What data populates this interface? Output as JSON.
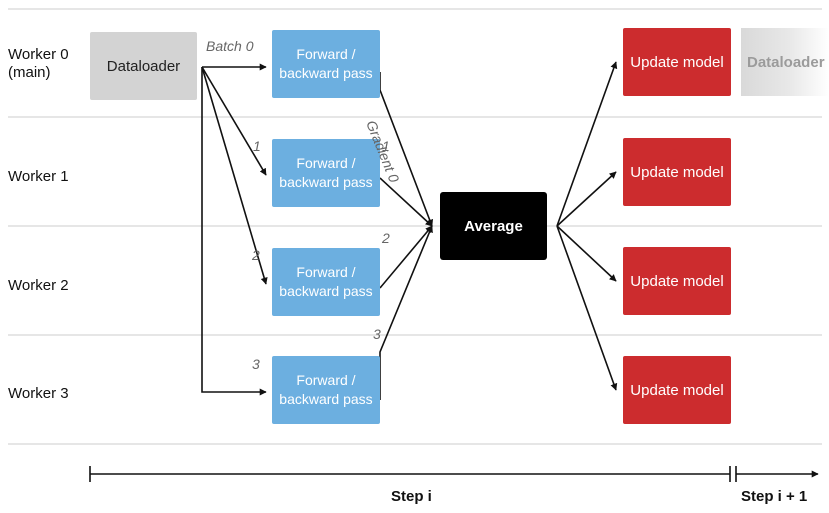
{
  "workers": [
    {
      "label_line1": "Worker 0",
      "label_line2": "(main)"
    },
    {
      "label_line1": "Worker 1"
    },
    {
      "label_line1": "Worker 2"
    },
    {
      "label_line1": "Worker 3"
    }
  ],
  "dataloader": {
    "label": "Dataloader",
    "next_label": "Dataloader"
  },
  "batches": [
    "Batch 0",
    "1",
    "2",
    "3"
  ],
  "forward_backward": {
    "line1": "Forward /",
    "line2": "backward pass"
  },
  "gradients": [
    "Gradient 0",
    "1",
    "2",
    "3"
  ],
  "average": {
    "label": "Average"
  },
  "update": {
    "label": "Update model"
  },
  "timeline": {
    "step_i": "Step i",
    "step_next": "Step i + 1"
  },
  "colors": {
    "dataloader": "#d3d3d3",
    "forward": "#6cafe0",
    "average": "#000000",
    "update": "#cc2c2e",
    "grid": "#dddddd"
  }
}
